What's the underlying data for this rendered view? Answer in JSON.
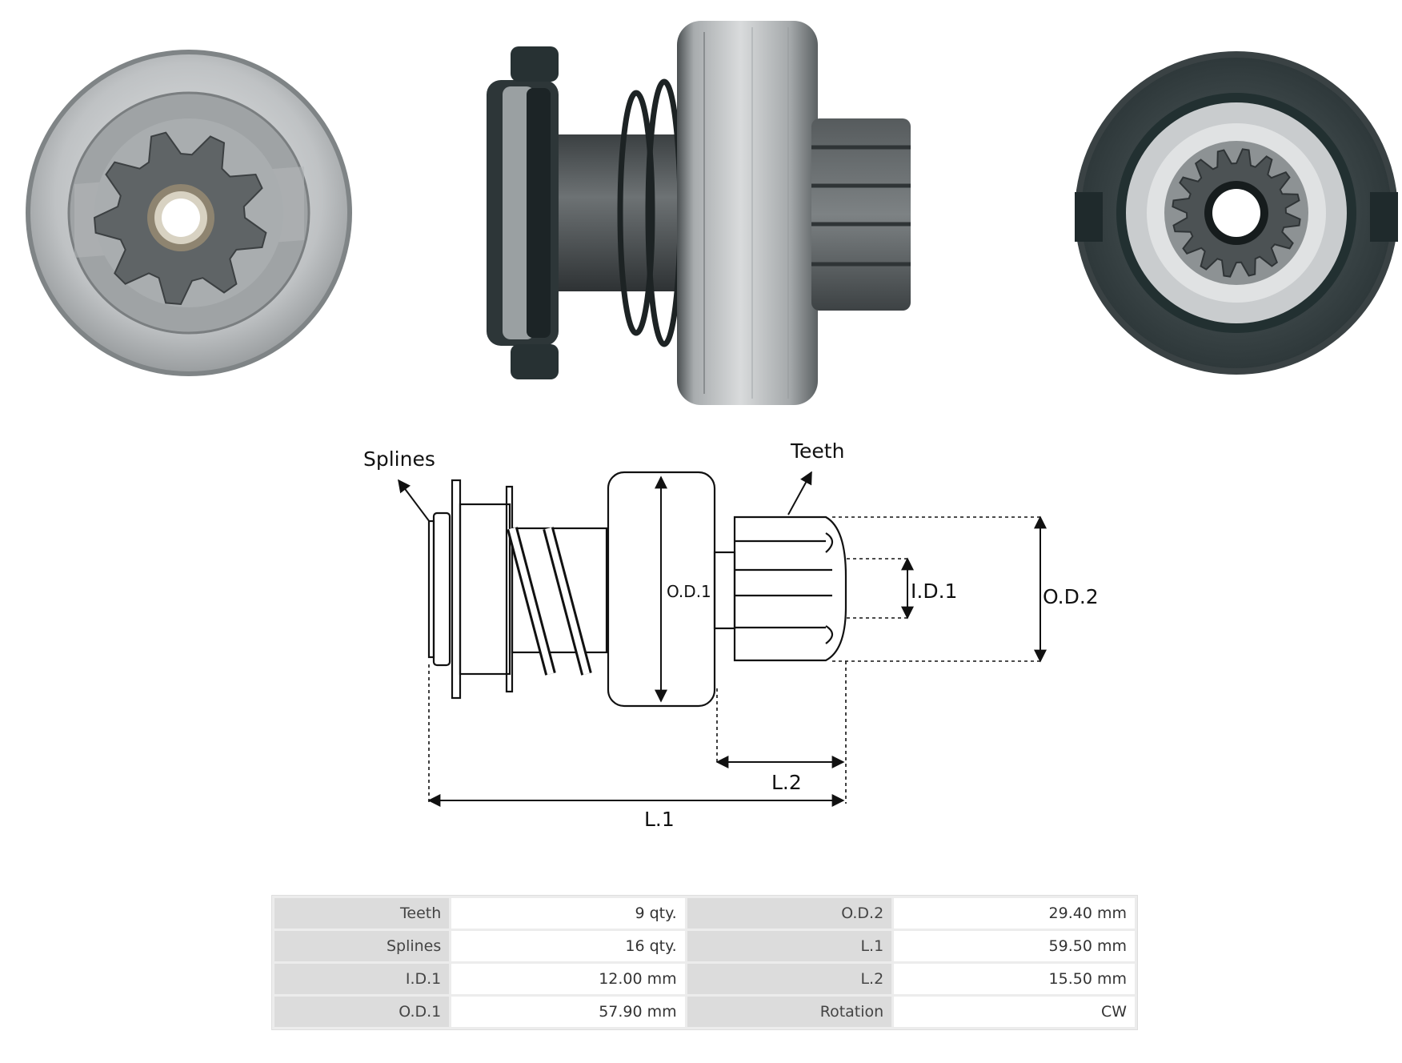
{
  "diagram": {
    "splines_label": "Splines",
    "teeth_label": "Teeth",
    "od1_label": "O.D.1",
    "id1_label": "I.D.1",
    "od2_label": "O.D.2",
    "l2_label": "L.2",
    "l1_label": "L.1"
  },
  "specs": {
    "rows": [
      {
        "k1": "Teeth",
        "v1": "9 qty.",
        "k2": "O.D.2",
        "v2": "29.40 mm"
      },
      {
        "k1": "Splines",
        "v1": "16 qty.",
        "k2": "L.1",
        "v2": "59.50 mm"
      },
      {
        "k1": "I.D.1",
        "v1": "12.00 mm",
        "k2": "L.2",
        "v2": "15.50 mm"
      },
      {
        "k1": "O.D.1",
        "v1": "57.90 mm",
        "k2": "Rotation",
        "v2": "CW"
      }
    ]
  },
  "colors": {
    "metal_light": "#c8cacc",
    "metal_mid": "#8e9294",
    "metal_dark": "#3f4446",
    "seal_dark": "#1f2a2c"
  }
}
